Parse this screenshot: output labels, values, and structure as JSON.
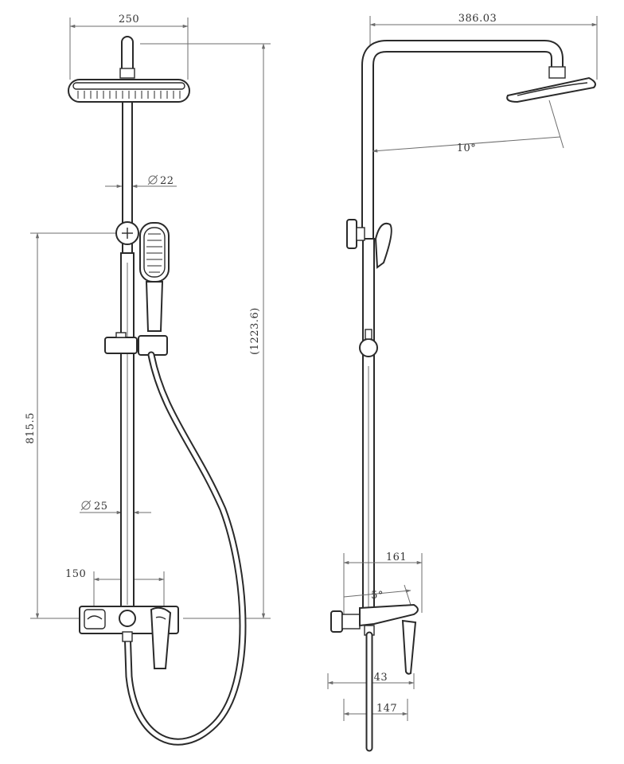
{
  "front_view": {
    "dims": {
      "head_width": "250",
      "overall_height": "(1223.6)",
      "pipe_upper_dia": "22",
      "pipe_lower_dia": "25",
      "holder_height": "815.5",
      "mixer_offset": "150"
    }
  },
  "side_view": {
    "dims": {
      "arm_reach": "386.03",
      "head_tilt": "10°",
      "spout_depth": "161",
      "spout_angle": "5°",
      "body_depth_a": "143",
      "body_depth_b": "147"
    }
  },
  "colors": {
    "line": "#2a2a2a",
    "dimension": "#6d6d6d"
  }
}
